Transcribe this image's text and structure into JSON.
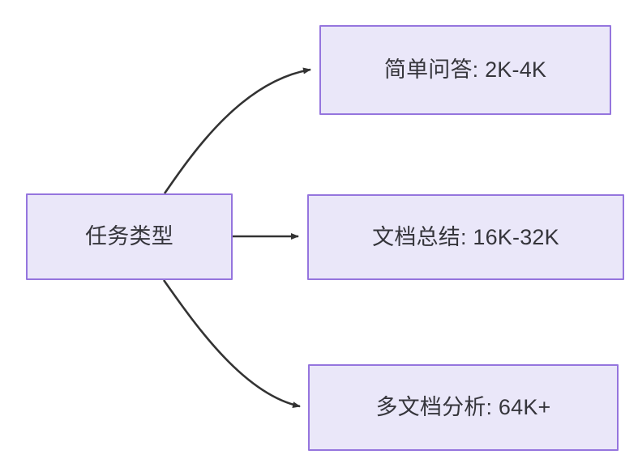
{
  "diagram": {
    "type": "flowchart",
    "direction": "left-to-right",
    "background_color": "#ffffff",
    "node_fill_color": "#eae7f9",
    "node_border_color": "#9575de",
    "node_text_color": "#35353b",
    "edge_color": "#333333",
    "source": {
      "label": "任务类型"
    },
    "targets": [
      {
        "label": "简单问答: 2K-4K"
      },
      {
        "label": "文档总结: 16K-32K"
      },
      {
        "label": "多文档分析: 64K+"
      }
    ],
    "edges": [
      {
        "from": "任务类型",
        "to": "简单问答: 2K-4K",
        "style": "curved",
        "arrow": "arrowhead"
      },
      {
        "from": "任务类型",
        "to": "文档总结: 16K-32K",
        "style": "straight",
        "arrow": "arrowhead"
      },
      {
        "from": "任务类型",
        "to": "多文档分析: 64K+",
        "style": "curved",
        "arrow": "arrowhead"
      }
    ]
  }
}
